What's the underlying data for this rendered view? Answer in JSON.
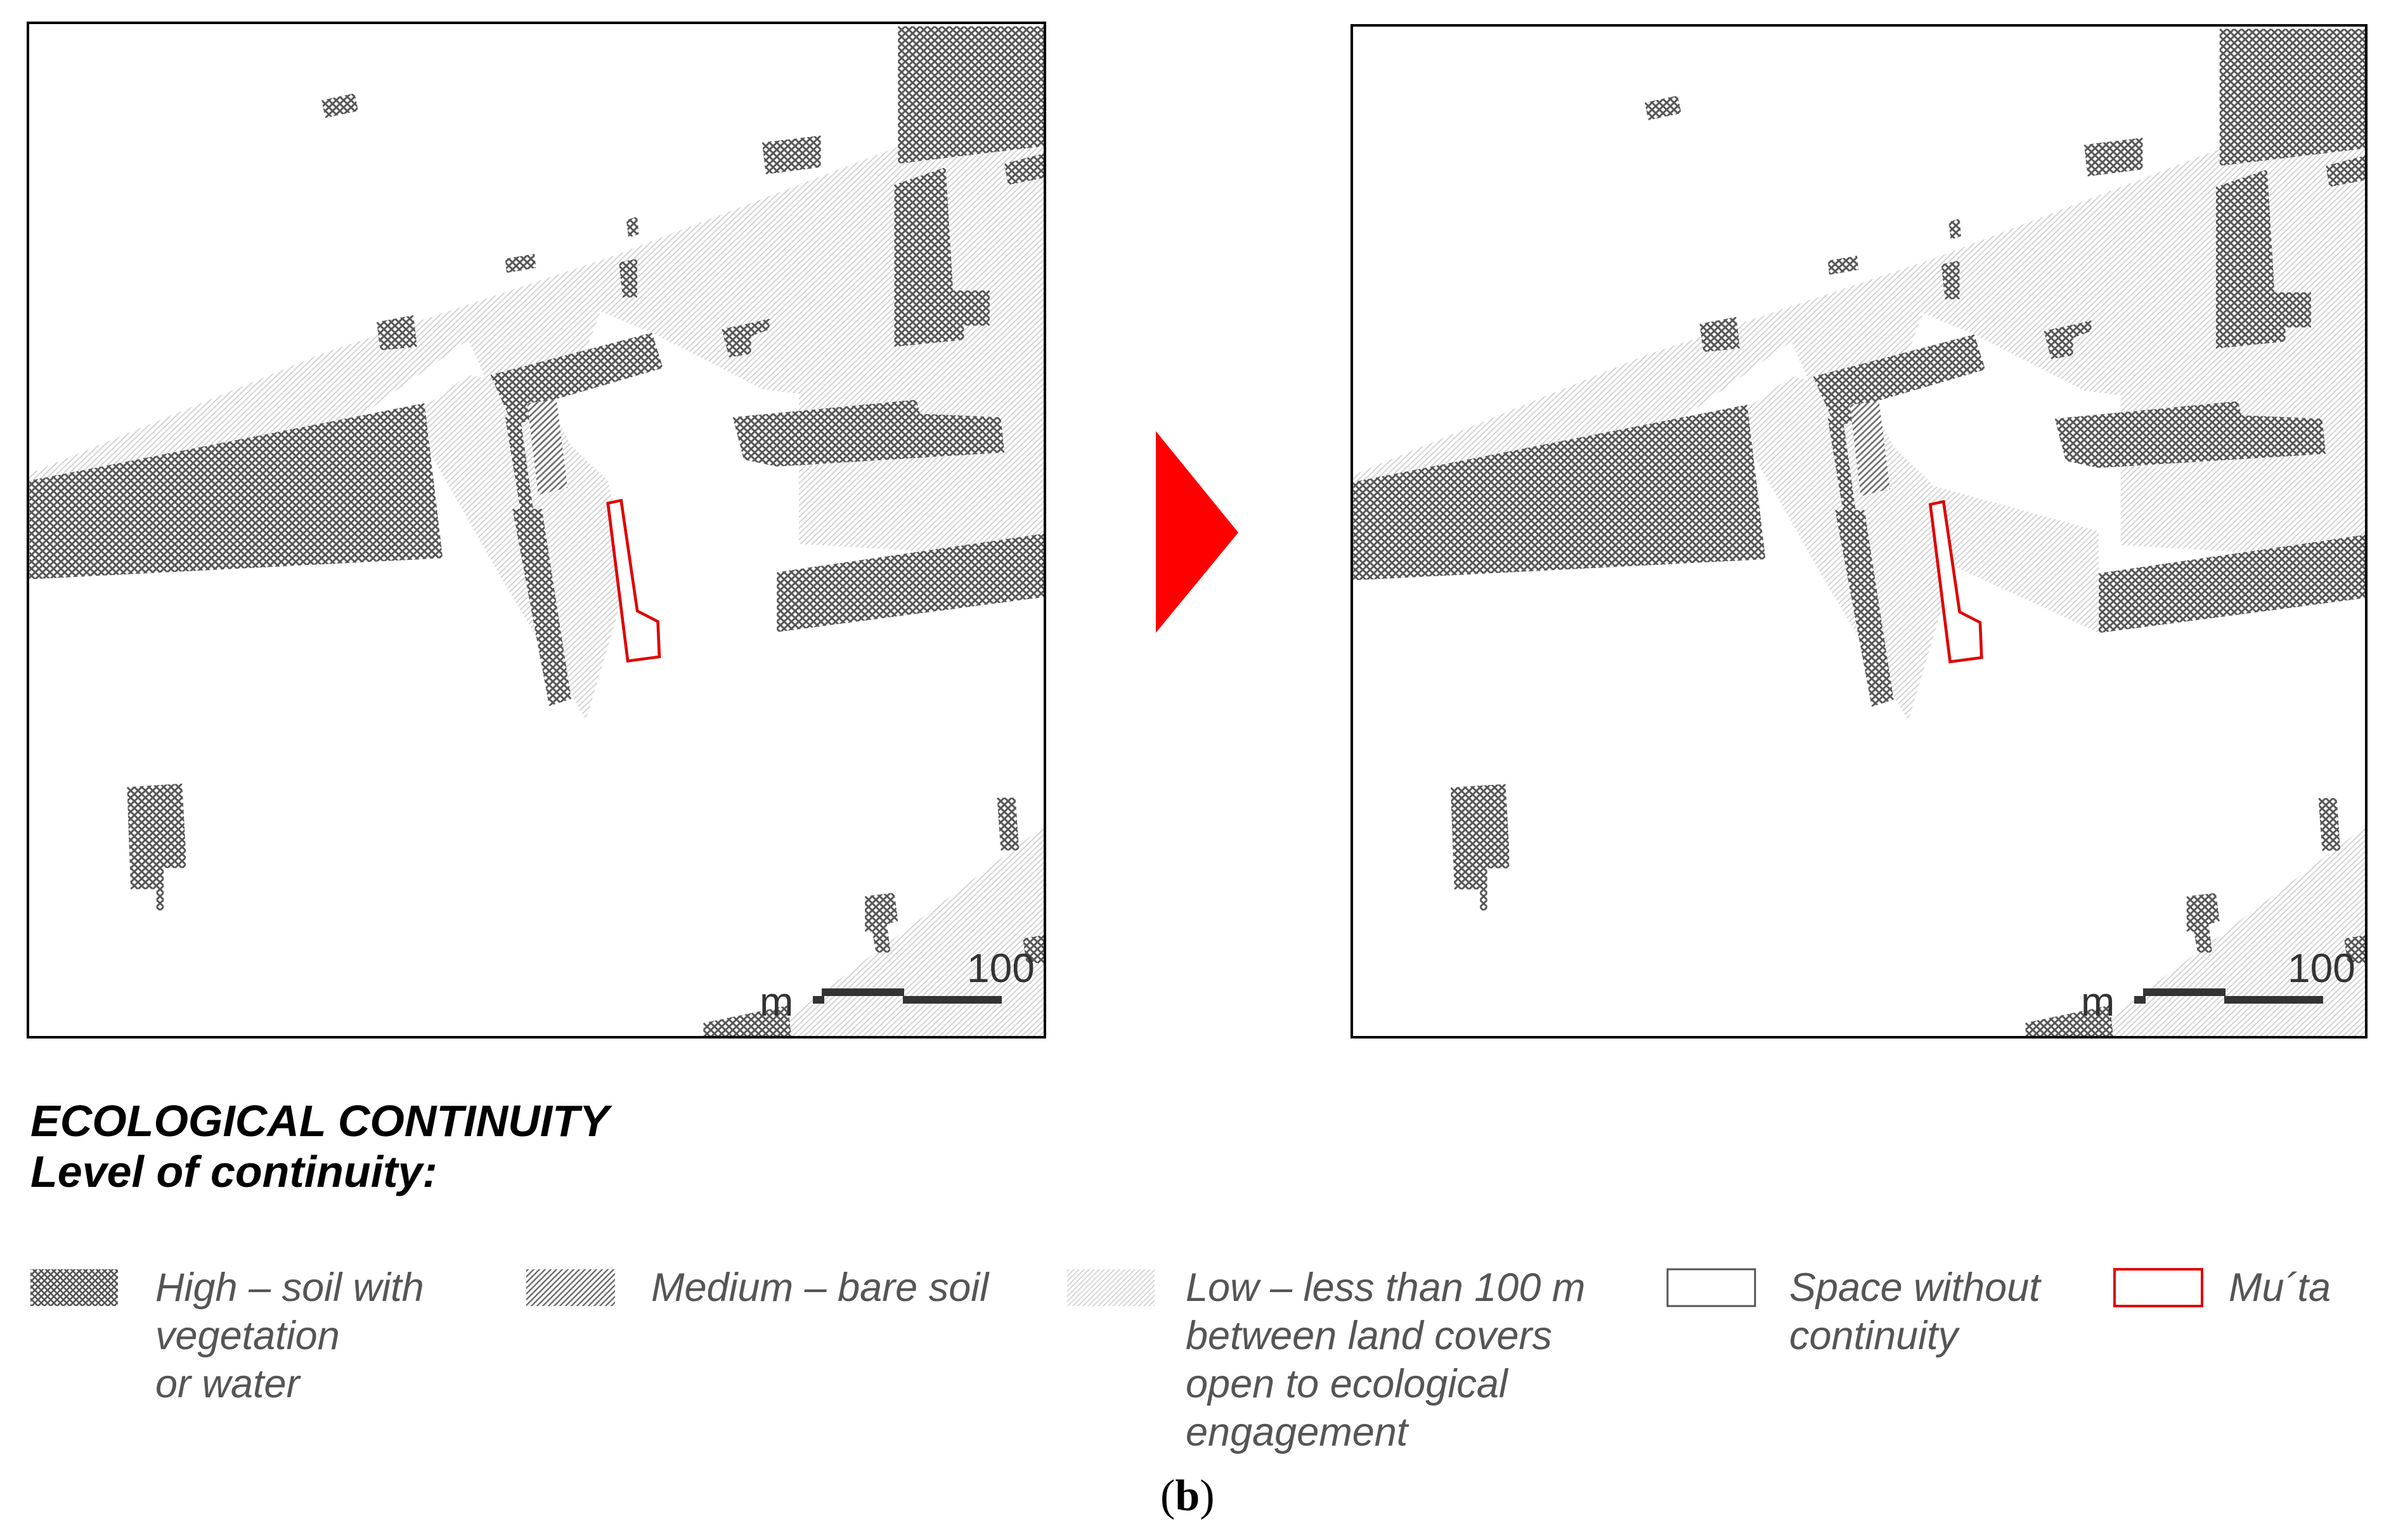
{
  "legend": {
    "title": "ECOLOGICAL CONTINUITY",
    "subtitle": "Level of continuity:",
    "items": [
      {
        "label": "High – soil with\nvegetation\nor water",
        "pattern": "crosshatch"
      },
      {
        "label": "Medium – bare soil",
        "pattern": "diagonal-dense"
      },
      {
        "label": "Low – less than 100 m\nbetween land covers\nopen to ecological\nengagement",
        "pattern": "diagonal-light"
      },
      {
        "label": "Space without\ncontinuity",
        "pattern": "empty"
      },
      {
        "label": "Mu´ta",
        "pattern": "red-outline"
      }
    ]
  },
  "scale_bar": {
    "unit": "m",
    "value": "100"
  },
  "caption": {
    "open": "(",
    "letter": "b",
    "close": ")"
  },
  "colors": {
    "high": "#555555",
    "medium": "#777777",
    "low": "#c8c8c8",
    "site_outline": "#e00000",
    "arrow": "#ff0000",
    "frame": "#000000",
    "legend_text": "#555555"
  }
}
